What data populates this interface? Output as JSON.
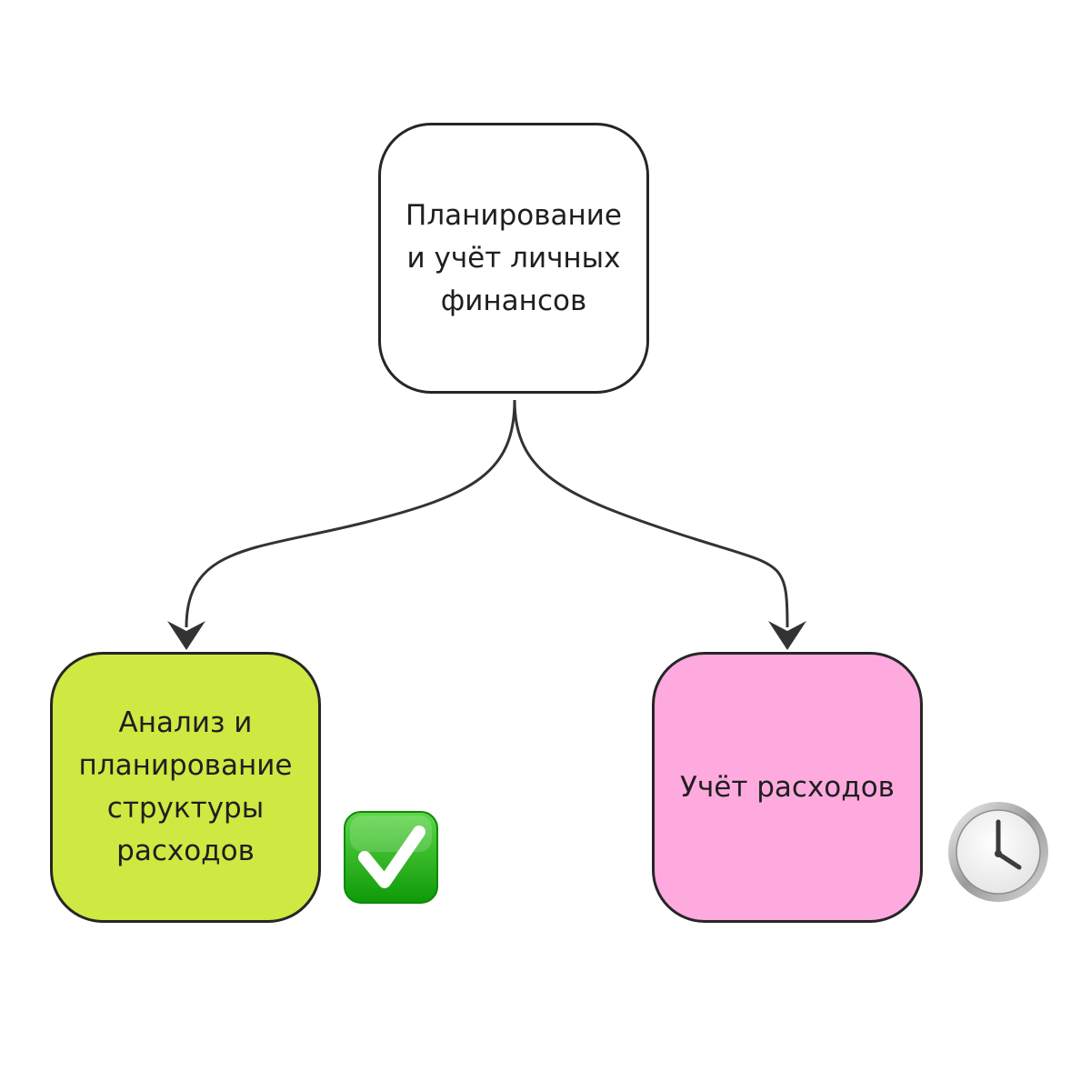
{
  "colors": {
    "top_fill": "#ffffff",
    "left_fill": "#d0e842",
    "right_fill": "#ffaadf",
    "border": "#262626",
    "connector": "#333333",
    "check_green": "#1fb10d",
    "clock_face": "#ffffff"
  },
  "nodes": {
    "top": {
      "lines": [
        "Планирование",
        "и учёт личных",
        "финансов"
      ]
    },
    "left": {
      "lines": [
        "Анализ и",
        "планирование",
        "структуры",
        "расходов"
      ],
      "status_icon": "check-mark-icon"
    },
    "right": {
      "lines": [
        "Учёт расходов"
      ],
      "status_icon": "clock-icon"
    }
  },
  "edges": [
    {
      "from": "top",
      "to": "left"
    },
    {
      "from": "top",
      "to": "right"
    }
  ]
}
